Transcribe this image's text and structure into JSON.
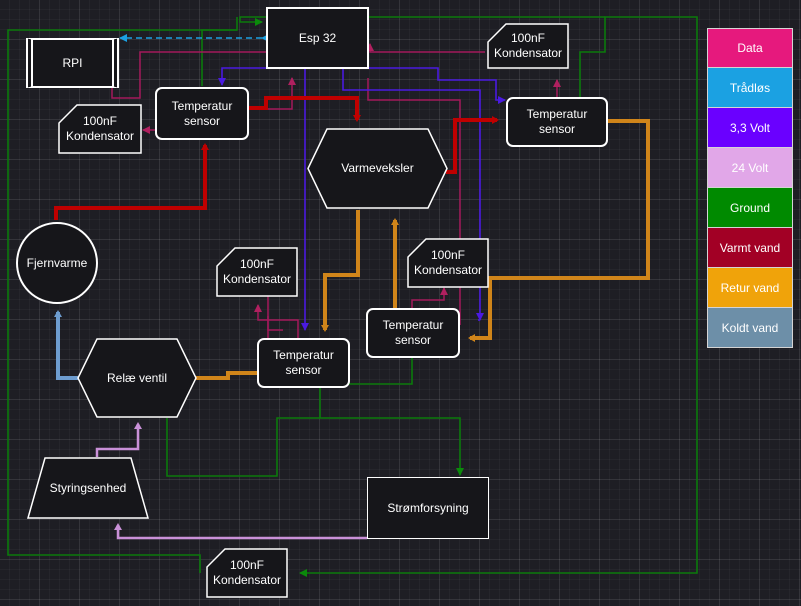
{
  "nodes": {
    "esp32": "Esp 32",
    "rpi": "RPI",
    "temp_sensor": "Temperatur sensor",
    "capacitor": "100nF Kondensator",
    "heat_exchanger": "Varmeveksler",
    "district_heating": "Fjernvarme",
    "relay_valve": "Relæ ventil",
    "control_unit": "Styringsenhed",
    "power_supply": "Strømforsyning"
  },
  "legend": [
    {
      "label": "Data",
      "color": "#e6197d"
    },
    {
      "label": "Trådløs",
      "color": "#1ba1e2"
    },
    {
      "label": "3,3 Volt",
      "color": "#6a00ff"
    },
    {
      "label": "24 Volt",
      "color": "#e1a7e8"
    },
    {
      "label": "Ground",
      "color": "#008a00"
    },
    {
      "label": "Varmt vand",
      "color": "#a20025"
    },
    {
      "label": "Retur vand",
      "color": "#f0a30a"
    },
    {
      "label": "Koldt vand",
      "color": "#6d8fa8"
    }
  ],
  "colors": {
    "data_line": "#a3195b",
    "wireless": "#1ba1e2",
    "volt33": "#4a1ae0",
    "volt24": "#c990d8",
    "ground": "#0b7a0b",
    "hot_water": "#c00000",
    "return_water": "#d0851a",
    "cold_water": "#6d9ccf"
  }
}
